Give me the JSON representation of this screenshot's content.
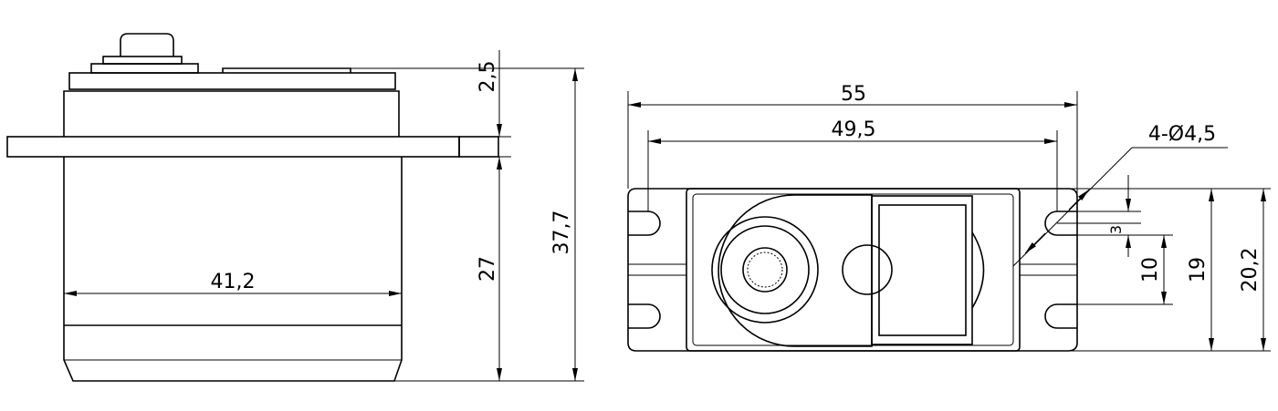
{
  "side_view": {
    "width_label": "41,2",
    "flange_label": "2,5",
    "body_height_label": "27",
    "total_height_label": "37,7"
  },
  "top_view": {
    "overall_length_label": "55",
    "hole_spacing_label": "49,5",
    "holes_label": "4-Ø4,5",
    "hole_offset_label": "3",
    "hole_pitch_label": "10",
    "body_width_label": "19",
    "overall_width_label": "20,2"
  },
  "colors": {
    "line": "#000000",
    "background": "#ffffff"
  }
}
